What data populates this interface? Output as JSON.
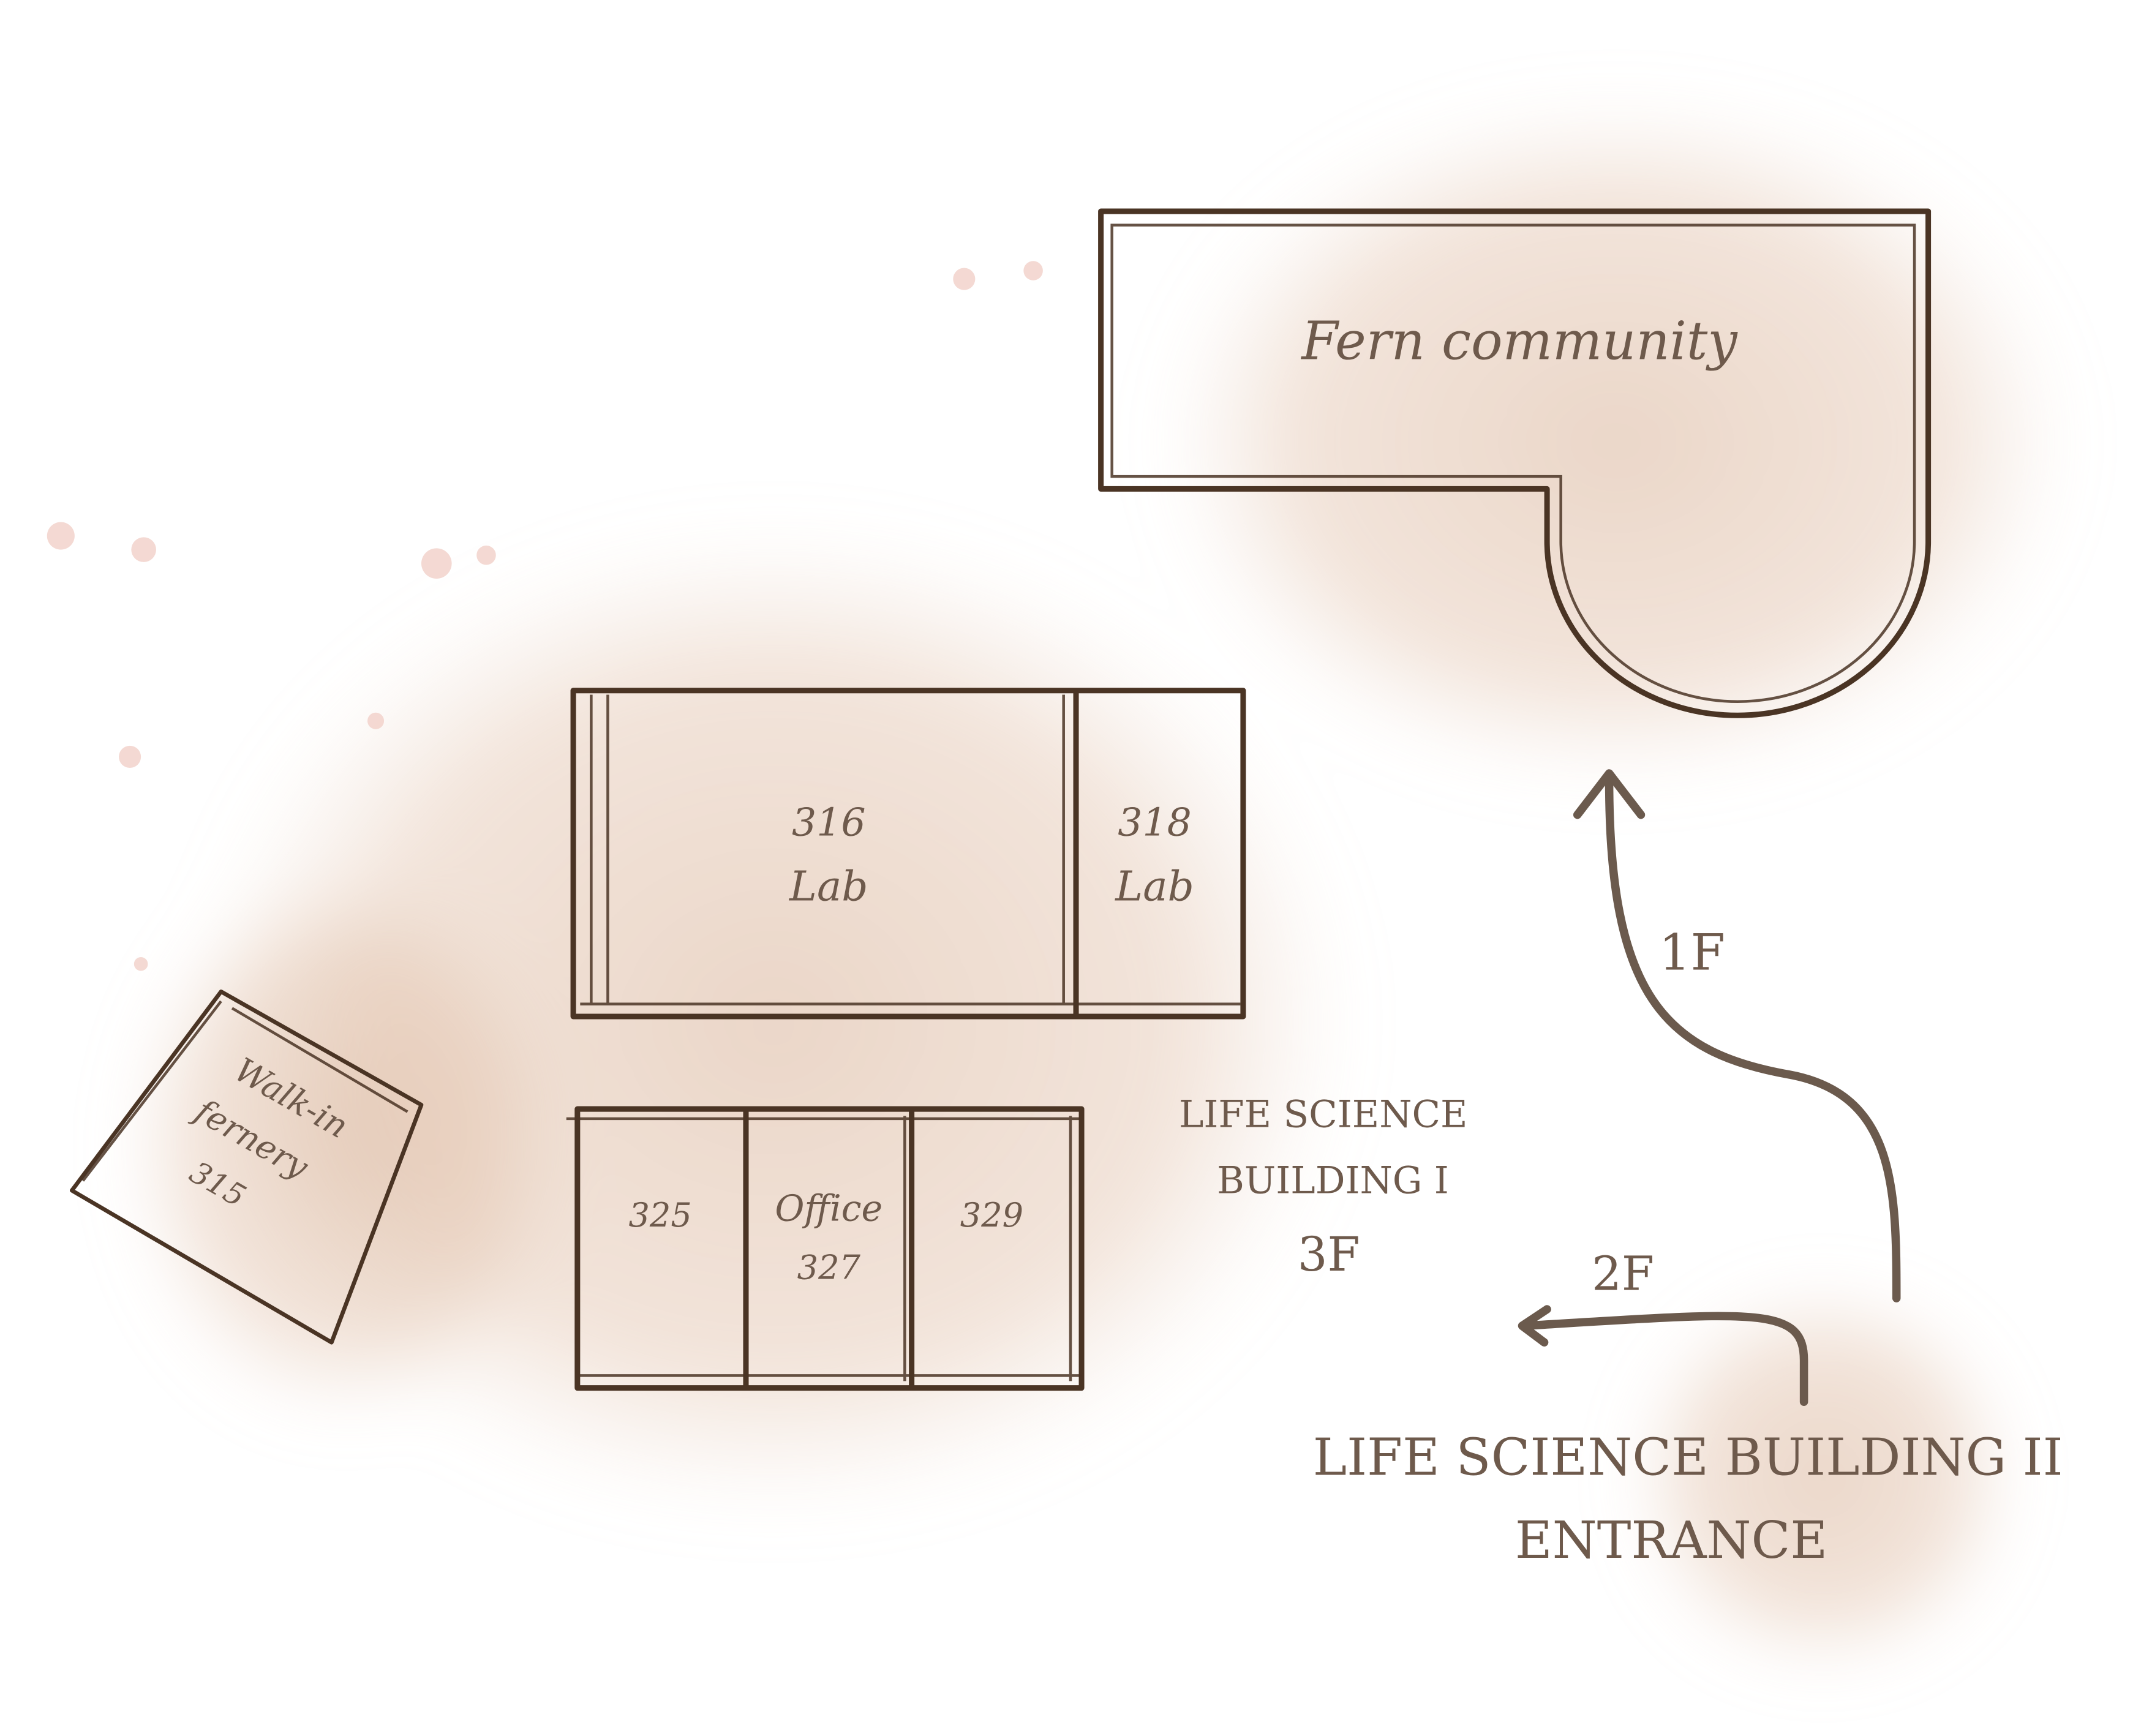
{
  "colors": {
    "wall": "#4a3424",
    "text": "#6e5a4c",
    "arrow": "#6b5a4d",
    "wash": "#d9b49a",
    "splatter": "#f1cfc8"
  },
  "rooms": {
    "fern_community": {
      "label": "Fern community"
    },
    "lab_316": {
      "number": "316",
      "label": "Lab"
    },
    "lab_318": {
      "number": "318",
      "label": "Lab"
    },
    "room_325": {
      "number": "325"
    },
    "office_327": {
      "label": "Office",
      "number": "327"
    },
    "room_329": {
      "number": "329"
    },
    "fernery_315": {
      "line1": "Walk-in",
      "line2": "fernery",
      "number": "315"
    }
  },
  "building1": {
    "line1": "LIFE SCIENCE",
    "line2": "BUILDING I",
    "floor": "3F"
  },
  "routes": {
    "up": "1F",
    "left": "2F"
  },
  "entrance": {
    "line1": "LIFE SCIENCE BUILDING II",
    "line2": "ENTRANCE"
  }
}
